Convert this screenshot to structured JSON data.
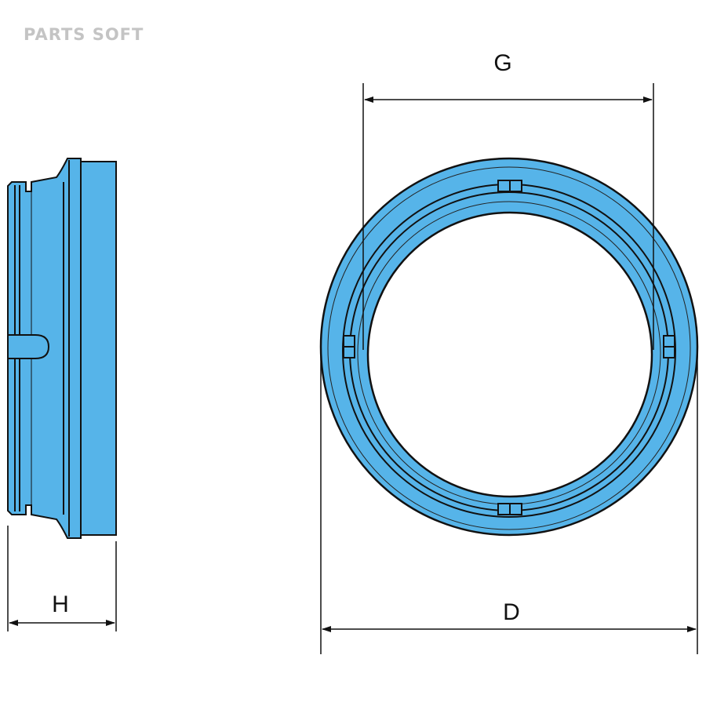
{
  "watermark": "PARTS SOFT",
  "labels": {
    "g": "G",
    "d": "D",
    "h": "H"
  },
  "colors": {
    "part_fill": "#56b4e9",
    "outline": "#111111",
    "background": "#ffffff",
    "watermark": "#c4c4c4"
  }
}
